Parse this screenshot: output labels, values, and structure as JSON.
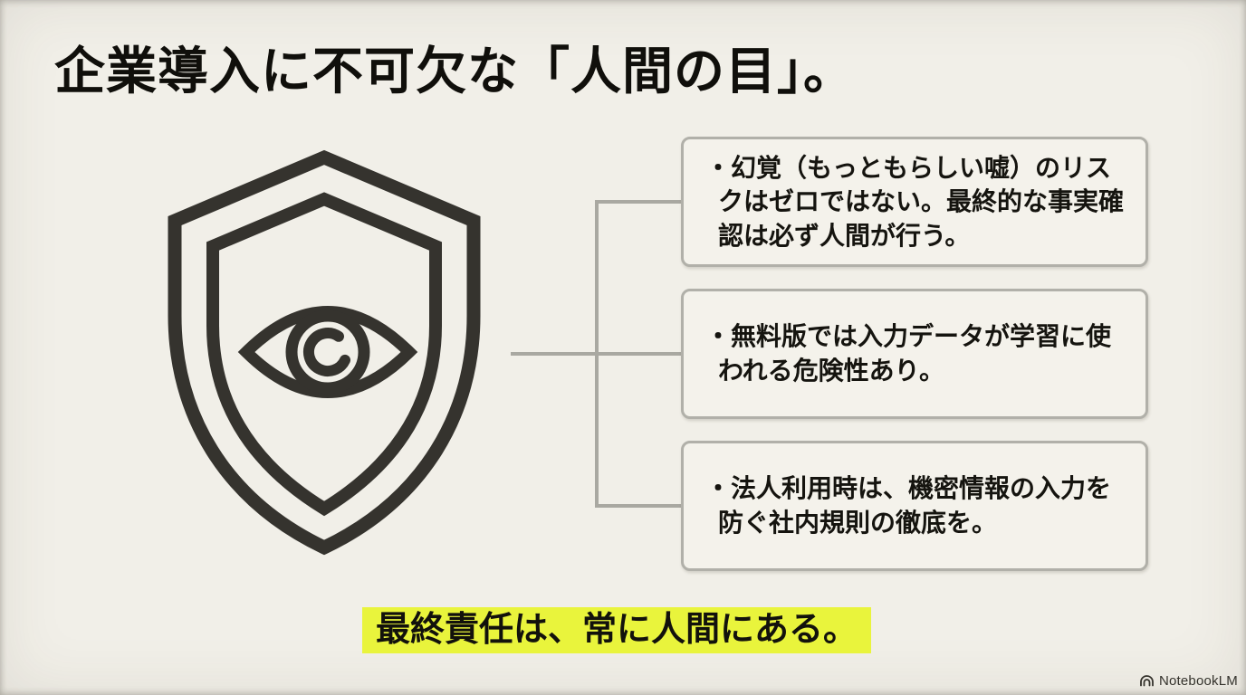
{
  "slide": {
    "title": "企業導入に不可欠な「人間の目」。",
    "icon": "shield-with-eye",
    "risk_boxes": [
      {
        "text": "・幻覚（もっともらしい嘘）のリスクはゼロではない。最終的な事実確認は必ず人間が行う。"
      },
      {
        "text": "・無料版では入力データが学習に使われる危険性あり。"
      },
      {
        "text": "・法人利用時は、機密情報の入力を防ぐ社内規則の徹底を。"
      }
    ],
    "conclusion": "最終責任は、常に人間にある。",
    "branding": {
      "logo": "notebooklm-logo",
      "name": "NotebookLM"
    }
  },
  "colors": {
    "background": "#f1efe8",
    "ink": "#15140f",
    "icon_stroke": "#35332e",
    "connector": "#a9a8a1",
    "box_border": "#b1b0a9",
    "box_fill": "#f4f2eb",
    "highlight_yellow": "#e9f43c"
  }
}
